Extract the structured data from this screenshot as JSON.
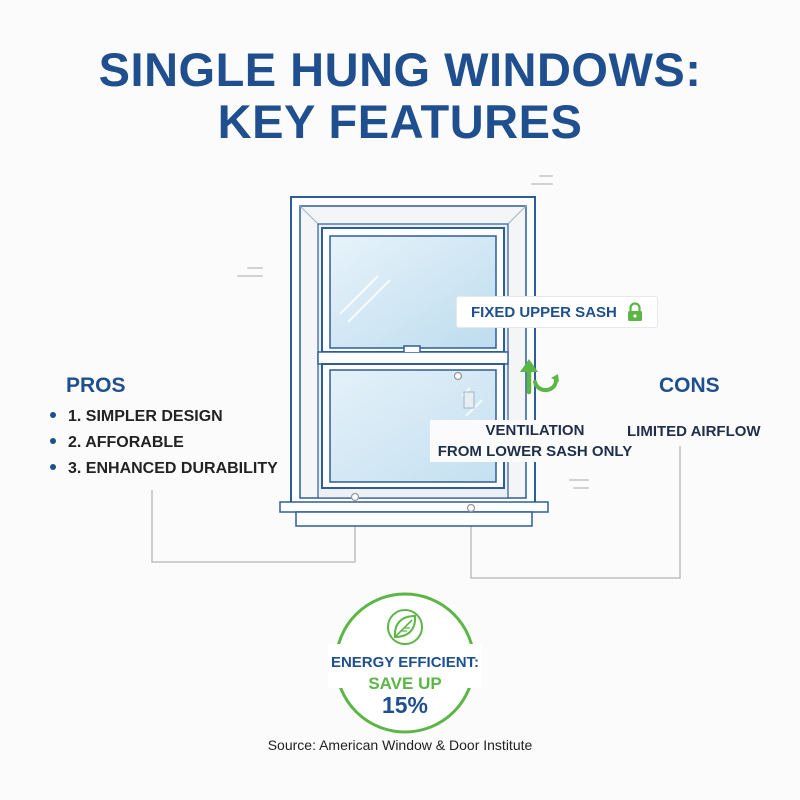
{
  "title": {
    "line1": "SINGLE HUNG WINDOWS:",
    "line2": "KEY FEATURES"
  },
  "pros": {
    "heading": "PROS",
    "items": [
      "1. SIMPLER DESIGN",
      "2. AFFORABLE",
      "3. ENHANCED DURABILITY"
    ]
  },
  "cons": {
    "heading": "CONS",
    "items": [
      "LIMITED AIRFLOW"
    ]
  },
  "callouts": {
    "fixed_upper_sash": "FIXED UPPER SASH",
    "ventilation_line1": "VENTILATION",
    "ventilation_line2": "FROM LOWER SASH ONLY"
  },
  "badge": {
    "line1": "ENERGY EFFICIENT:",
    "line2": "SAVE UP",
    "value": "15%",
    "icon": "leaf-icon"
  },
  "source": "Source: American Window & Door Institute",
  "icons": [
    "lock-icon",
    "up-arrow-icon",
    "leaf-icon"
  ],
  "colors": {
    "title_blue": "#1f4f8f",
    "accent_green": "#5cb646",
    "frame_blue": "#2d5d9b",
    "glass": "#d6ebf6",
    "leader_gray": "#b5b5b5"
  }
}
